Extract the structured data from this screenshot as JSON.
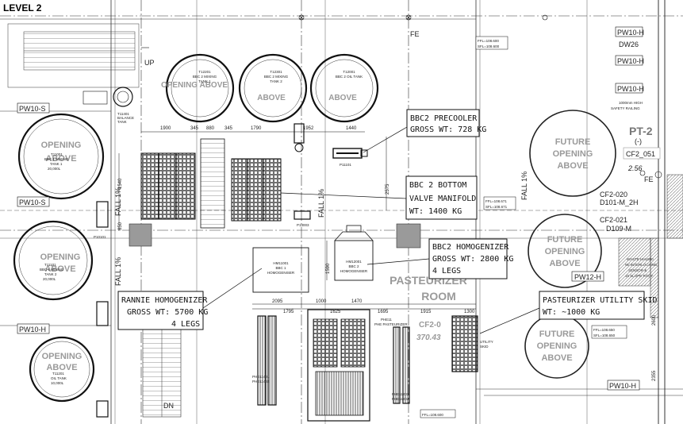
{
  "level_title": "LEVEL 2",
  "callouts": {
    "precooler": [
      "BBC2 PRECOOLER",
      "GROSS WT: 728 KG"
    ],
    "manifold": [
      "BBC 2 BOTTOM",
      "VALVE MANIFOLD",
      "WT: 1400 KG"
    ],
    "bbc2_homogenizer": [
      "BBC2 HOMOGENIZER",
      "GROSS WT: 2800 KG",
      "4 LEGS"
    ],
    "rannie_homogenizer": [
      "RANNIE HOMOGENIZER",
      "GROSS WT: 5700 KG",
      "4 LEGS"
    ],
    "utility_skid": [
      "PASTEURIZER UTILITY SKID",
      "WT: ~1000 KG"
    ]
  },
  "room_label": [
    "PASTEURIZER",
    "ROOM"
  ],
  "pt_label": "PT-2",
  "pt_sub": "(-)",
  "future_openings": {
    "a": [
      "FUTURE",
      "OPENING",
      "ABOVE"
    ],
    "b": [
      "FUTURE",
      "OPENING",
      "ABOVE"
    ],
    "c": [
      "FUTURE",
      "OPENING",
      "ABOVE"
    ]
  },
  "openings_left": {
    "a": [
      "OPENING",
      "ABOVE"
    ],
    "b": [
      "OPENING",
      "ABOVE"
    ],
    "c": [
      "OPENING",
      "ABOVE"
    ]
  },
  "openings_top": {
    "a": "OPENING ABOVE",
    "b": "ABOVE",
    "c": "ABOVE"
  },
  "wall_tags": {
    "pw10h_1": "PW10-H",
    "dw26": "DW26",
    "pw10h_2": "PW10-H",
    "pw10h_3": "PW10-H",
    "pw10s_1": "PW10-S",
    "pw10s_2": "PW10-S",
    "pw10h_left": "PW10-H",
    "pw12h": "PW12-H",
    "pw10h_bottom": "PW10-H",
    "cf2_051": "CF2_051",
    "cf2_020": "CF2-020",
    "d101": "D101-M_2H",
    "cf2_021": "CF2-021",
    "d109": "D109-M",
    "cf2_bottom": "CF2-0",
    "fe_top": "FE",
    "fe_right": "FE",
    "up": "UP",
    "dn": "DN"
  },
  "small_notes": {
    "railing": [
      "1000mm HIGH",
      "SAFETY RAILING"
    ],
    "waste": [
      "WASTE HH1800",
      "W/ INTERLOCKING",
      "SENSOR &",
      "45 SLOPE ROOF"
    ],
    "ffl_top": [
      "FFL=108.600",
      "SFL=108.600"
    ],
    "ffl_mid": [
      "FFL=108.671",
      "SFL=108.671"
    ],
    "ffl_right": [
      "FFL=108.650",
      "SFL=108.650"
    ],
    "ffl_bottom": "FFL=108.600",
    "level_mid": "2.56",
    "level_low": "370.43",
    "fall_1": "FALL 1%",
    "fall_2": "FALL 1%",
    "fall_3": "FALL 1%",
    "fall_4": "FALL 1%"
  },
  "equipment_tags": {
    "t12201": [
      "T12201",
      "BBC 2 MIXING",
      "TANK 1"
    ],
    "t12301": [
      "T12301",
      "BBC 2 MIXING",
      "TANK 2"
    ],
    "t12001": [
      "T12001",
      "BBC 2 OIL TANK"
    ],
    "t11401": [
      "T11401",
      "BALANCE",
      "TANK"
    ],
    "t11001": [
      "T11001",
      "BBC 1 MIXING",
      "TANK 1",
      "20,000L"
    ],
    "t11101": [
      "T11101",
      "BBC 1 MIXING",
      "TANK 2",
      "20,000L"
    ],
    "t11201": [
      "T11201",
      "OIL TANK",
      "10,000L"
    ],
    "p11101": "P11101",
    "p13003": "P13003",
    "p10101": "P10101",
    "hm11001": [
      "HM11001",
      "BBC 1",
      "HOMOGENISER"
    ],
    "hm12001": [
      "HM12001",
      "BBC 2",
      "HOMOGENISER"
    ],
    "phe11401": [
      "PHE11401",
      "PHE11402"
    ],
    "phe_pasteurizer": [
      "PHE11",
      "PHE PASTEURIZER"
    ],
    "phe11403": [
      "PHE11403",
      "PHE11404"
    ],
    "utility_skid_tag": [
      "UTILITY",
      "SKID"
    ]
  },
  "dimensions": {
    "d1900": "1900",
    "d345a": "345",
    "d880": "880",
    "d345b": "345",
    "d1790": "1790",
    "d1952": "1952",
    "d1440": "1440",
    "d2575": "2575",
    "d850": "850",
    "d1540": "1540",
    "d2095": "2095",
    "d1000": "1000",
    "d1625": "1625",
    "d1470": "1470",
    "d1695": "1695",
    "d1915": "1915",
    "d1300": "1300",
    "d1795": "1795",
    "d1590": "1590",
    "d2355": "2355",
    "d2600": "2600"
  },
  "colors": {
    "line": "#1a1a1a",
    "faint": "#8a8a8a",
    "hatch": "#555555",
    "column": "#9a9a9a"
  }
}
